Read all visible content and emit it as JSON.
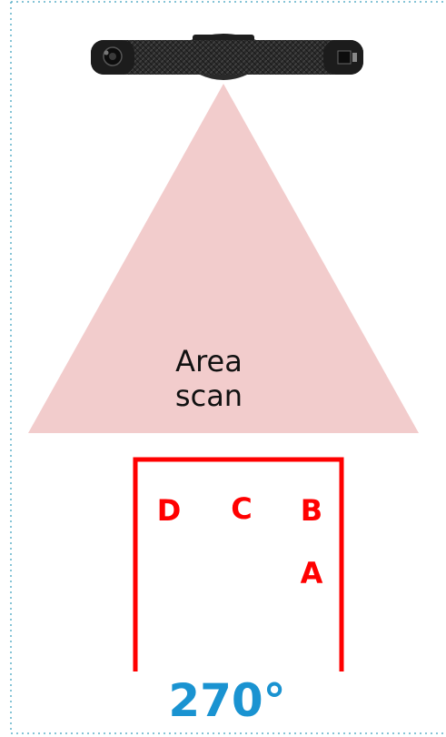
{
  "scan": {
    "line1": "Area",
    "line2": "scan"
  },
  "positions": [
    {
      "id": "D",
      "label": "D"
    },
    {
      "id": "C",
      "label": "C"
    },
    {
      "id": "B",
      "label": "B"
    },
    {
      "id": "A",
      "label": "A"
    }
  ],
  "angle": {
    "label": "270°"
  },
  "colors": {
    "cone": "#f2cccc",
    "bracket": "#ff0000",
    "position_text": "#ff0000",
    "angle_text": "#1a93d1",
    "border": "#5fb0c9"
  },
  "icons": {
    "scanner": "carbon-fiber-scanner-icon"
  }
}
